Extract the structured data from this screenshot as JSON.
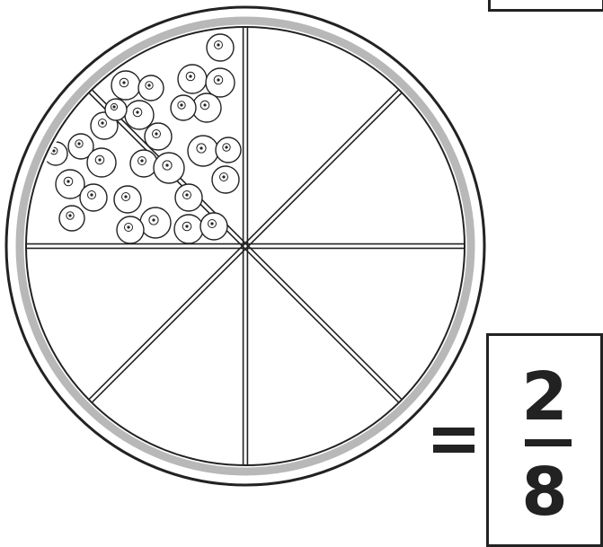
{
  "fraction": {
    "numerator": "2",
    "denominator": "8",
    "equals_sign": "="
  },
  "pie": {
    "total_slices": 8,
    "filled_slices": 2,
    "topping": "blueberry"
  },
  "colors": {
    "line": "#222222",
    "crust": "#b8b8b8",
    "background": "#ffffff"
  }
}
